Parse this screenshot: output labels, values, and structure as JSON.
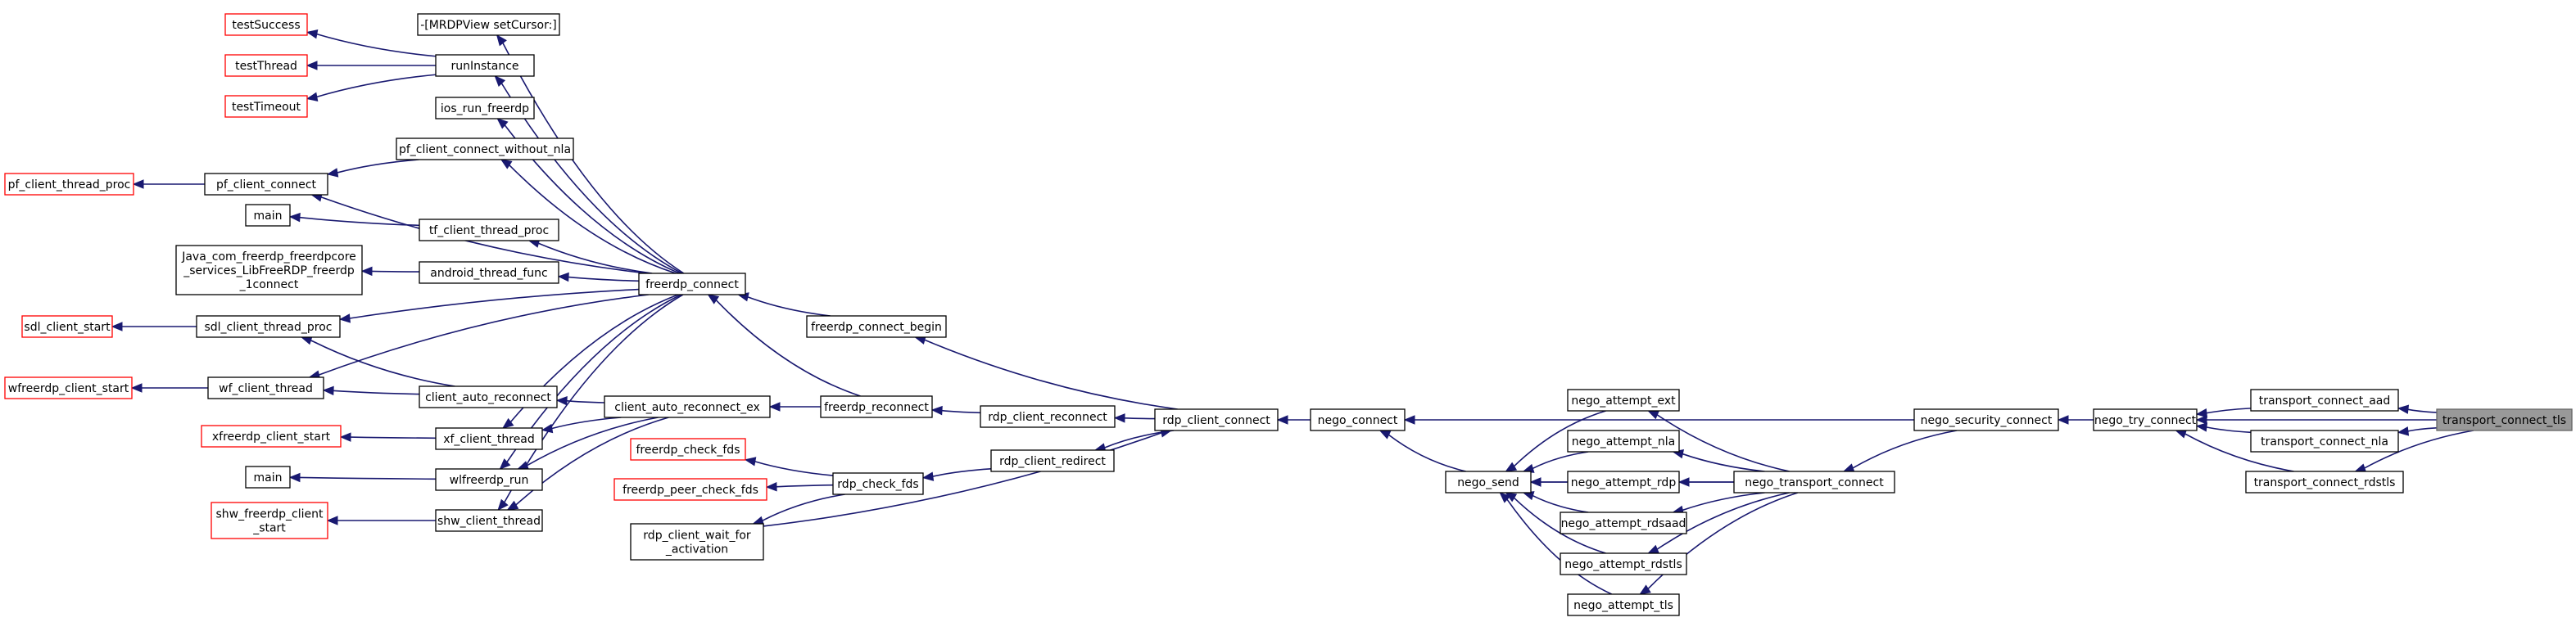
{
  "graph": {
    "nodes": {
      "testSuccess": {
        "label": [
          "testSuccess"
        ],
        "color": "red"
      },
      "testThread": {
        "label": [
          "testThread"
        ],
        "color": "red"
      },
      "testTimeout": {
        "label": [
          "testTimeout"
        ],
        "color": "red"
      },
      "MRDPViewSetCursor": {
        "label": [
          "-[MRDPView setCursor:]"
        ]
      },
      "runInstance": {
        "label": [
          "runInstance"
        ]
      },
      "ios_run_freerdp": {
        "label": [
          "ios_run_freerdp"
        ]
      },
      "pf_client_connect_without_nla": {
        "label": [
          "pf_client_connect_without_nla"
        ]
      },
      "pf_client_thread_proc": {
        "label": [
          "pf_client_thread_proc"
        ],
        "color": "red"
      },
      "pf_client_connect": {
        "label": [
          "pf_client_connect"
        ]
      },
      "main1": {
        "label": [
          "main"
        ]
      },
      "tf_client_thread_proc": {
        "label": [
          "tf_client_thread_proc"
        ]
      },
      "java_connect": {
        "label": [
          "Java_com_freerdp_freerdpcore",
          "_services_LibFreeRDP_freerdp",
          "_1connect"
        ]
      },
      "android_thread_func": {
        "label": [
          "android_thread_func"
        ]
      },
      "sdl_client_start": {
        "label": [
          "sdl_client_start"
        ],
        "color": "red"
      },
      "sdl_client_thread_proc": {
        "label": [
          "sdl_client_thread_proc"
        ]
      },
      "wfreerdp_client_start": {
        "label": [
          "wfreerdp_client_start"
        ],
        "color": "red"
      },
      "wf_client_thread": {
        "label": [
          "wf_client_thread"
        ]
      },
      "client_auto_reconnect": {
        "label": [
          "client_auto_reconnect"
        ]
      },
      "xfreerdp_client_start": {
        "label": [
          "xfreerdp_client_start"
        ],
        "color": "red"
      },
      "xf_client_thread": {
        "label": [
          "xf_client_thread"
        ]
      },
      "main2": {
        "label": [
          "main"
        ]
      },
      "wlfreerdp_run": {
        "label": [
          "wlfreerdp_run"
        ]
      },
      "shw_freerdp_client_start": {
        "label": [
          "shw_freerdp_client",
          "_start"
        ],
        "color": "red"
      },
      "shw_client_thread": {
        "label": [
          "shw_client_thread"
        ]
      },
      "freerdp_connect": {
        "label": [
          "freerdp_connect"
        ]
      },
      "client_auto_reconnect_ex": {
        "label": [
          "client_auto_reconnect_ex"
        ]
      },
      "freerdp_check_fds": {
        "label": [
          "freerdp_check_fds"
        ],
        "color": "red"
      },
      "freerdp_peer_check_fds": {
        "label": [
          "freerdp_peer_check_fds"
        ],
        "color": "red"
      },
      "rdp_client_wait_for_activation": {
        "label": [
          "rdp_client_wait_for",
          "_activation"
        ]
      },
      "freerdp_connect_begin": {
        "label": [
          "freerdp_connect_begin"
        ]
      },
      "freerdp_reconnect": {
        "label": [
          "freerdp_reconnect"
        ]
      },
      "rdp_check_fds": {
        "label": [
          "rdp_check_fds"
        ]
      },
      "rdp_client_reconnect": {
        "label": [
          "rdp_client_reconnect"
        ]
      },
      "rdp_client_redirect": {
        "label": [
          "rdp_client_redirect"
        ]
      },
      "rdp_client_connect": {
        "label": [
          "rdp_client_connect"
        ]
      },
      "nego_connect": {
        "label": [
          "nego_connect"
        ]
      },
      "nego_send": {
        "label": [
          "nego_send"
        ]
      },
      "nego_attempt_ext": {
        "label": [
          "nego_attempt_ext"
        ]
      },
      "nego_attempt_nla": {
        "label": [
          "nego_attempt_nla"
        ]
      },
      "nego_attempt_rdp": {
        "label": [
          "nego_attempt_rdp"
        ]
      },
      "nego_attempt_rdsaad": {
        "label": [
          "nego_attempt_rdsaad"
        ]
      },
      "nego_attempt_rdstls": {
        "label": [
          "nego_attempt_rdstls"
        ]
      },
      "nego_attempt_tls": {
        "label": [
          "nego_attempt_tls"
        ]
      },
      "nego_transport_connect": {
        "label": [
          "nego_transport_connect"
        ]
      },
      "nego_security_connect": {
        "label": [
          "nego_security_connect"
        ]
      },
      "nego_try_connect": {
        "label": [
          "nego_try_connect"
        ]
      },
      "transport_connect_aad": {
        "label": [
          "transport_connect_aad"
        ]
      },
      "transport_connect_nla": {
        "label": [
          "transport_connect_nla"
        ]
      },
      "transport_connect_rdstls": {
        "label": [
          "transport_connect_rdstls"
        ]
      },
      "transport_connect_tls": {
        "label": [
          "transport_connect_tls"
        ],
        "color": "root"
      }
    },
    "edges": [
      [
        "testSuccess",
        "runInstance"
      ],
      [
        "testThread",
        "runInstance"
      ],
      [
        "testTimeout",
        "runInstance"
      ],
      [
        "MRDPViewSetCursor",
        "freerdp_connect"
      ],
      [
        "runInstance",
        "freerdp_connect"
      ],
      [
        "ios_run_freerdp",
        "freerdp_connect"
      ],
      [
        "pf_client_connect",
        "pf_client_connect_without_nla"
      ],
      [
        "pf_client_connect_without_nla",
        "freerdp_connect"
      ],
      [
        "pf_client_thread_proc",
        "pf_client_connect"
      ],
      [
        "pf_client_connect",
        "freerdp_connect"
      ],
      [
        "main1",
        "tf_client_thread_proc"
      ],
      [
        "tf_client_thread_proc",
        "freerdp_connect"
      ],
      [
        "java_connect",
        "android_thread_func"
      ],
      [
        "android_thread_func",
        "freerdp_connect"
      ],
      [
        "sdl_client_start",
        "sdl_client_thread_proc"
      ],
      [
        "sdl_client_thread_proc",
        "freerdp_connect"
      ],
      [
        "sdl_client_thread_proc",
        "client_auto_reconnect"
      ],
      [
        "wfreerdp_client_start",
        "wf_client_thread"
      ],
      [
        "wf_client_thread",
        "freerdp_connect"
      ],
      [
        "wf_client_thread",
        "client_auto_reconnect"
      ],
      [
        "client_auto_reconnect",
        "client_auto_reconnect_ex"
      ],
      [
        "xfreerdp_client_start",
        "xf_client_thread"
      ],
      [
        "xf_client_thread",
        "freerdp_connect"
      ],
      [
        "xf_client_thread",
        "client_auto_reconnect_ex"
      ],
      [
        "main2",
        "wlfreerdp_run"
      ],
      [
        "wlfreerdp_run",
        "freerdp_connect"
      ],
      [
        "wlfreerdp_run",
        "client_auto_reconnect_ex"
      ],
      [
        "shw_freerdp_client_start",
        "shw_client_thread"
      ],
      [
        "shw_client_thread",
        "freerdp_connect"
      ],
      [
        "shw_client_thread",
        "client_auto_reconnect_ex"
      ],
      [
        "freerdp_connect",
        "freerdp_connect_begin"
      ],
      [
        "freerdp_connect",
        "freerdp_reconnect"
      ],
      [
        "client_auto_reconnect_ex",
        "freerdp_reconnect"
      ],
      [
        "freerdp_check_fds",
        "rdp_check_fds"
      ],
      [
        "freerdp_peer_check_fds",
        "rdp_check_fds"
      ],
      [
        "rdp_client_wait_for_activation",
        "rdp_check_fds"
      ],
      [
        "freerdp_connect_begin",
        "rdp_client_connect"
      ],
      [
        "freerdp_reconnect",
        "rdp_client_reconnect"
      ],
      [
        "rdp_check_fds",
        "rdp_client_redirect"
      ],
      [
        "rdp_client_reconnect",
        "rdp_client_connect"
      ],
      [
        "rdp_client_redirect",
        "rdp_client_connect"
      ],
      [
        "rdp_client_connect",
        "rdp_client_wait_for_activation"
      ],
      [
        "rdp_client_connect",
        "nego_connect"
      ],
      [
        "nego_connect",
        "nego_send"
      ],
      [
        "nego_connect",
        "nego_security_connect"
      ],
      [
        "nego_send",
        "nego_attempt_ext"
      ],
      [
        "nego_send",
        "nego_attempt_nla"
      ],
      [
        "nego_send",
        "nego_attempt_rdp"
      ],
      [
        "nego_send",
        "nego_attempt_rdsaad"
      ],
      [
        "nego_send",
        "nego_attempt_rdstls"
      ],
      [
        "nego_send",
        "nego_attempt_tls"
      ],
      [
        "nego_send",
        "nego_transport_connect"
      ],
      [
        "nego_attempt_ext",
        "nego_transport_connect"
      ],
      [
        "nego_attempt_nla",
        "nego_transport_connect"
      ],
      [
        "nego_attempt_rdp",
        "nego_transport_connect"
      ],
      [
        "nego_attempt_rdsaad",
        "nego_transport_connect"
      ],
      [
        "nego_attempt_rdstls",
        "nego_transport_connect"
      ],
      [
        "nego_attempt_tls",
        "nego_transport_connect"
      ],
      [
        "nego_transport_connect",
        "nego_security_connect"
      ],
      [
        "nego_security_connect",
        "nego_try_connect"
      ],
      [
        "nego_try_connect",
        "transport_connect_aad"
      ],
      [
        "nego_try_connect",
        "transport_connect_nla"
      ],
      [
        "nego_try_connect",
        "transport_connect_rdstls"
      ],
      [
        "nego_try_connect",
        "transport_connect_tls"
      ],
      [
        "transport_connect_aad",
        "transport_connect_tls"
      ],
      [
        "transport_connect_nla",
        "transport_connect_tls"
      ],
      [
        "transport_connect_rdstls",
        "transport_connect_tls"
      ]
    ]
  }
}
